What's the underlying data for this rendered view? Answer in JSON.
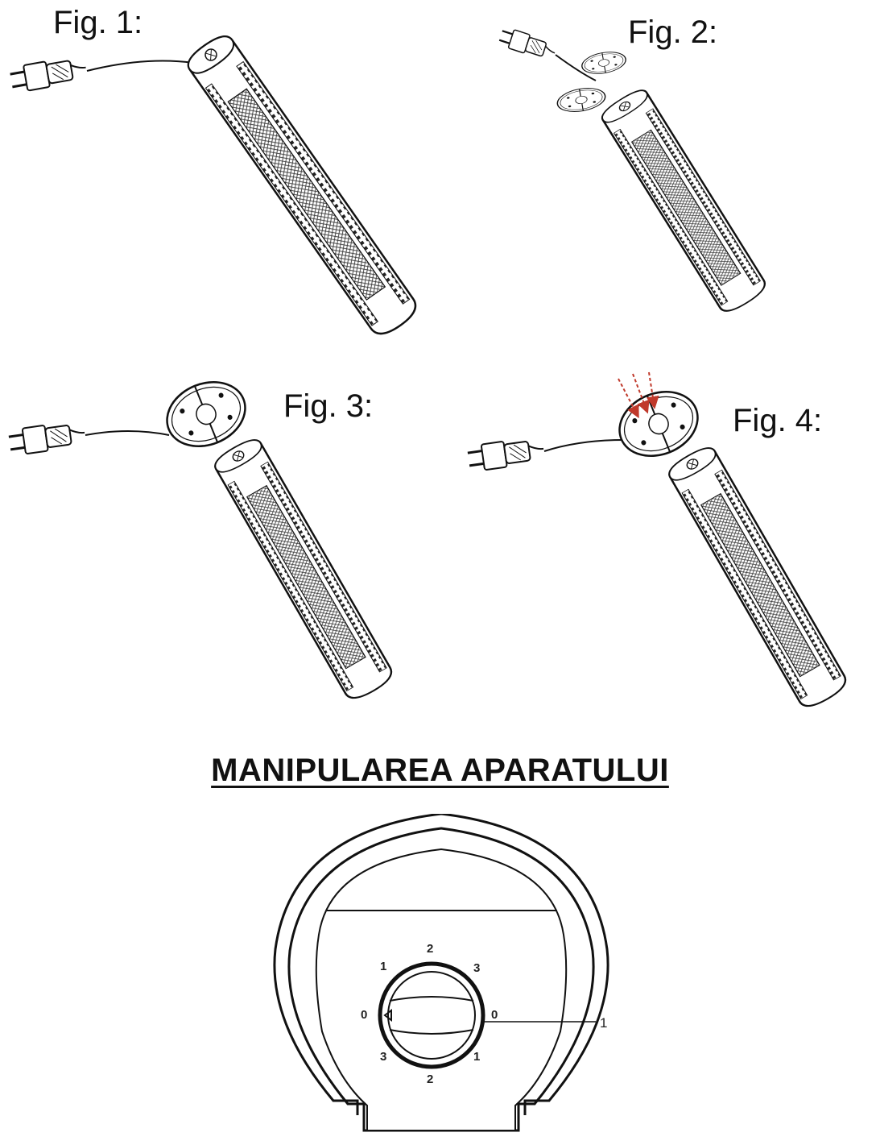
{
  "figures": [
    {
      "id": "fig1",
      "label": "Fig. 1:"
    },
    {
      "id": "fig2",
      "label": "Fig. 2:"
    },
    {
      "id": "fig3",
      "label": "Fig. 3:"
    },
    {
      "id": "fig4",
      "label": "Fig. 4:"
    }
  ],
  "section_title": "MANIPULAREA APARATULUI",
  "control_panel": {
    "dial_numbers": {
      "top": "2",
      "top_left": "1",
      "top_right": "3",
      "left": "0",
      "right": "0",
      "bottom_left": "3",
      "bottom_right": "1",
      "bottom": "2"
    },
    "callout_number": "1"
  }
}
